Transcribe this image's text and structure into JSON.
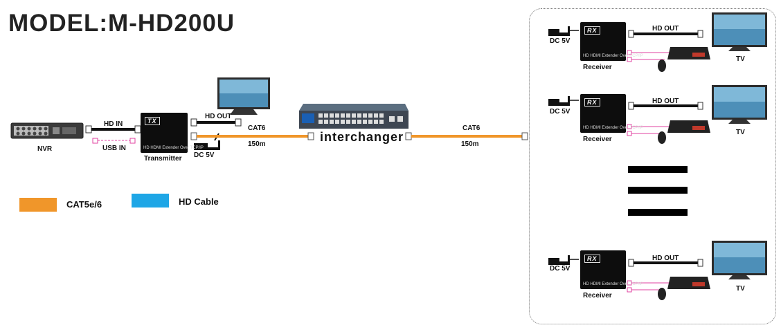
{
  "title": "MODEL:M-HD200U",
  "colors": {
    "cat": "#f0962a",
    "hd": "#1ea6e6",
    "usb": "#e040a0"
  },
  "left": {
    "nvr_label": "NVR",
    "hd_in": "HD IN",
    "usb_in": "USB IN",
    "tx_tag": "TX",
    "tx_sub": "HD  HDMI Extender Over TCP/IP",
    "transmitter_label": "Transmitter",
    "hd_out": "HD OUT",
    "dc": "DC 5V",
    "cat1": "CAT6",
    "dist1": "150m",
    "switch_label": "interchanger",
    "cat2": "CAT6",
    "dist2": "150m"
  },
  "legend": [
    {
      "color": "#f0962a",
      "label": "CAT5e/6"
    },
    {
      "color": "#1ea6e6",
      "label": "HD Cable"
    }
  ],
  "receivers": [
    {
      "dc": "DC 5V",
      "tag": "RX",
      "sub": "HD  HDMI Extender Over TCP/IP",
      "hd_out": "HD OUT",
      "label": "Receiver",
      "tv": "TV"
    },
    {
      "dc": "DC 5V",
      "tag": "RX",
      "sub": "HD  HDMI Extender Over TCP/IP",
      "hd_out": "HD OUT",
      "label": "Receiver",
      "tv": "TV"
    },
    {
      "dc": "DC 5V",
      "tag": "RX",
      "sub": "HD  HDMI Extender Over TCP/IP",
      "hd_out": "HD OUT",
      "label": "Receiver",
      "tv": "TV"
    }
  ]
}
